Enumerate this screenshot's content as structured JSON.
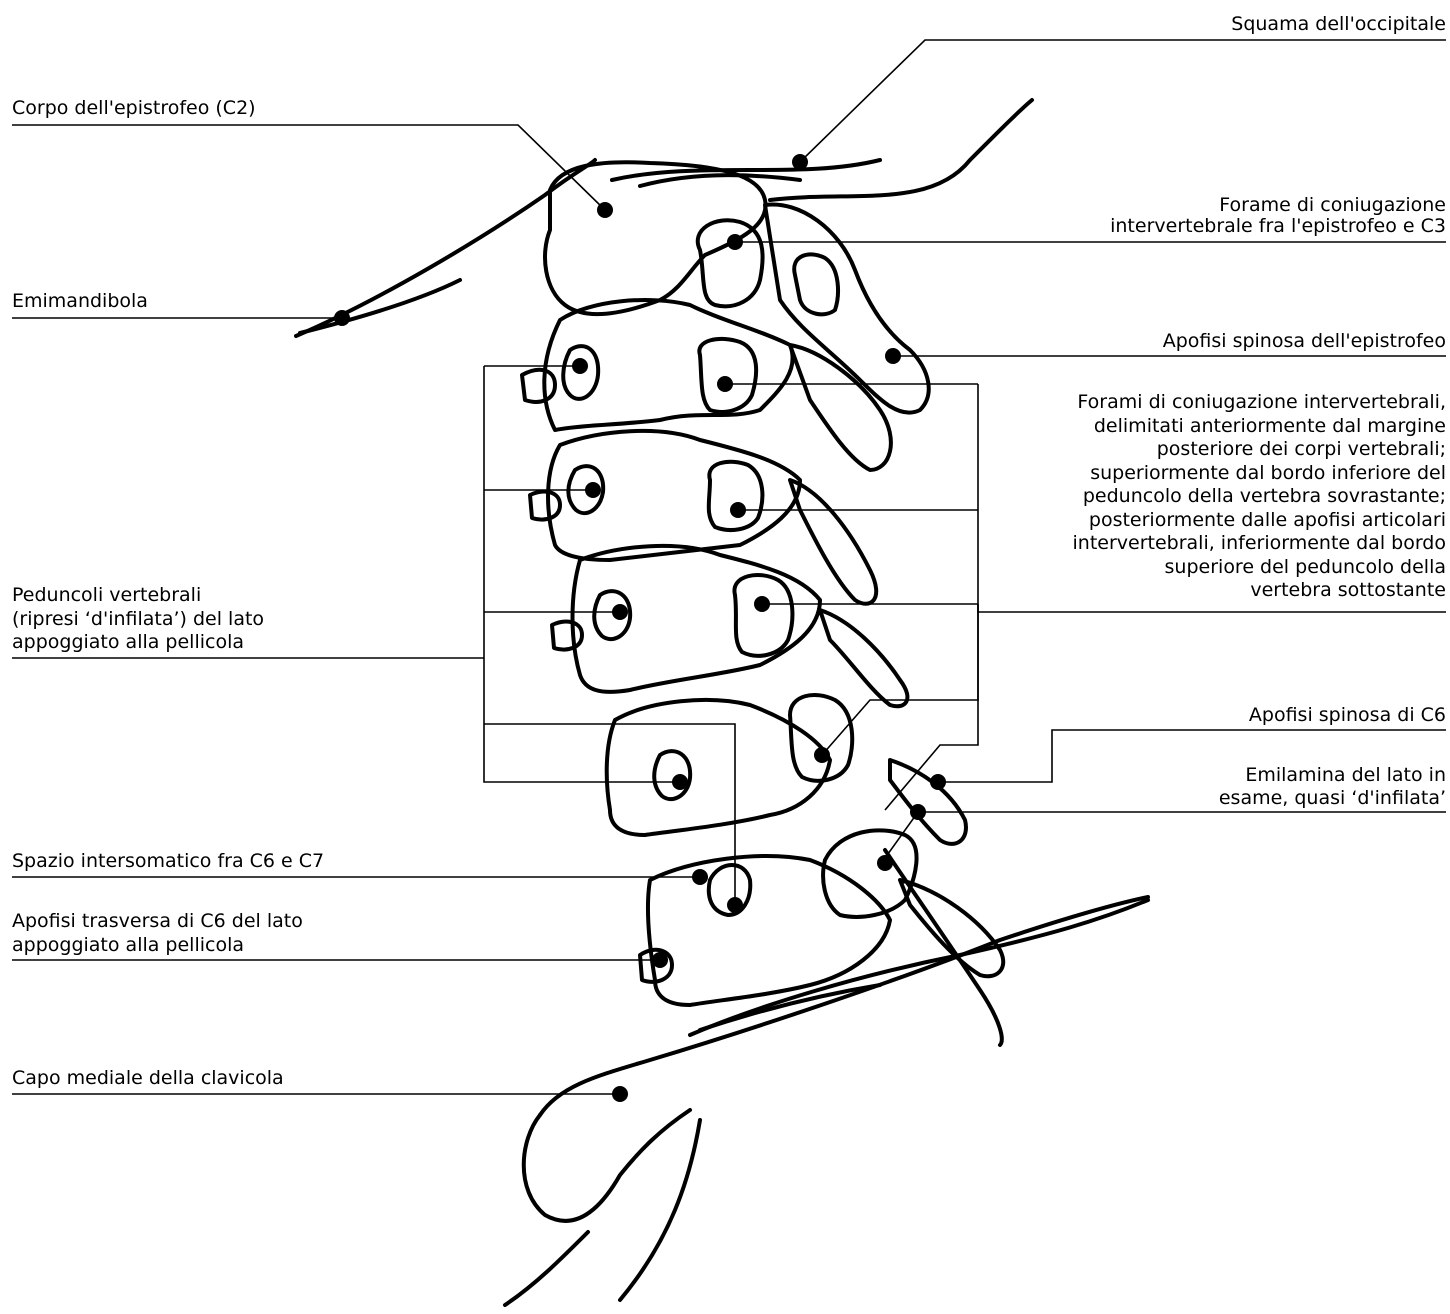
{
  "labels": {
    "squama": [
      "Squama dell'occipitale"
    ],
    "corpo_c2": [
      "Corpo dell'epistrofeo (C2)"
    ],
    "forame_c2_c3": [
      "Forame di coniugazione",
      "intervertebrale fra l'epistrofeo e C3"
    ],
    "emimandibola": [
      "Emimandibola"
    ],
    "apofisi_spinosa_epistrofeo": [
      "Apofisi spinosa dell'epistrofeo"
    ],
    "forami_coniugazione": [
      "Forami di coniugazione intervertebrali,",
      "delimitati anteriormente dal margine",
      "posteriore dei corpi vertebrali;",
      "superiormente dal bordo inferiore del",
      "peduncolo della vertebra sovrastante;",
      "posteriormente dalle apofisi articolari",
      "intervertebrali, inferiormente dal bordo",
      "superiore del peduncolo della",
      "vertebra sottostante"
    ],
    "peduncoli": [
      "Peduncoli vertebrali",
      "(ripresi ‘d'infilata’) del lato",
      "appoggiato alla pellicola"
    ],
    "apofisi_spinosa_c6": [
      "Apofisi spinosa di C6"
    ],
    "emilamina": [
      "Emilamina del lato in",
      "esame, quasi ‘d'infilata’"
    ],
    "spazio_intersomatico": [
      "Spazio intersomatico fra C6 e C7"
    ],
    "apofisi_trasversa": [
      "Apofisi trasversa di C6 del lato",
      "appoggiato alla pellicola"
    ],
    "clavicola": [
      "Capo mediale della clavicola"
    ]
  }
}
